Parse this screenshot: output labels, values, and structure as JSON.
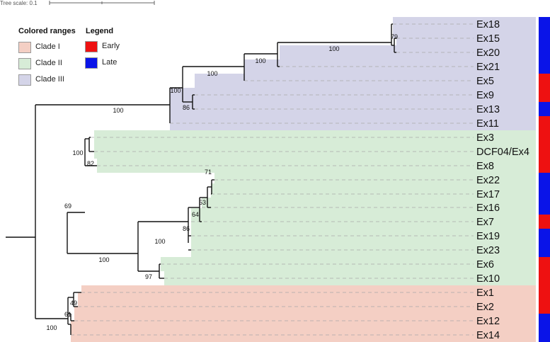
{
  "tree_scale": {
    "label": "Tree scale: 0.1"
  },
  "colored_ranges_legend": {
    "title": "Colored ranges",
    "items": [
      {
        "label": "Clade I",
        "color": "#f4cfc4"
      },
      {
        "label": "Clade II",
        "color": "#d7ecd7"
      },
      {
        "label": "Clade III",
        "color": "#d4d4e8"
      }
    ]
  },
  "period_legend": {
    "title": "Legend",
    "items": [
      {
        "label": "Early",
        "color": "#ee1111"
      },
      {
        "label": "Late",
        "color": "#0a14e8"
      }
    ]
  },
  "leaves": [
    {
      "label": "Ex18",
      "clade": "Clade III",
      "period": "Late"
    },
    {
      "label": "Ex15",
      "clade": "Clade III",
      "period": "Late"
    },
    {
      "label": "Ex20",
      "clade": "Clade III",
      "period": "Late"
    },
    {
      "label": "Ex21",
      "clade": "Clade III",
      "period": "Late"
    },
    {
      "label": "Ex5",
      "clade": "Clade III",
      "period": "Early"
    },
    {
      "label": "Ex9",
      "clade": "Clade III",
      "period": "Early"
    },
    {
      "label": "Ex13",
      "clade": "Clade III",
      "period": "Late"
    },
    {
      "label": "Ex11",
      "clade": "Clade III",
      "period": "Early"
    },
    {
      "label": "Ex3",
      "clade": "Clade II",
      "period": "Early"
    },
    {
      "label": "DCF04/Ex4",
      "clade": "Clade II",
      "period": "Early"
    },
    {
      "label": "Ex8",
      "clade": "Clade II",
      "period": "Early"
    },
    {
      "label": "Ex22",
      "clade": "Clade II",
      "period": "Late"
    },
    {
      "label": "Ex17",
      "clade": "Clade II",
      "period": "Late"
    },
    {
      "label": "Ex16",
      "clade": "Clade II",
      "period": "Late"
    },
    {
      "label": "Ex7",
      "clade": "Clade II",
      "period": "Early"
    },
    {
      "label": "Ex19",
      "clade": "Clade II",
      "period": "Late"
    },
    {
      "label": "Ex23",
      "clade": "Clade II",
      "period": "Late"
    },
    {
      "label": "Ex6",
      "clade": "Clade II",
      "period": "Early"
    },
    {
      "label": "Ex10",
      "clade": "Clade II",
      "period": "Early"
    },
    {
      "label": "Ex1",
      "clade": "Clade I",
      "period": "Early"
    },
    {
      "label": "Ex2",
      "clade": "Clade I",
      "period": "Early"
    },
    {
      "label": "Ex12",
      "clade": "Clade I",
      "period": "Late"
    },
    {
      "label": "Ex14",
      "clade": "Clade I",
      "period": "Late"
    }
  ],
  "bootstrap_values": [
    "79",
    "100",
    "100",
    "100",
    "100",
    "86",
    "100",
    "100",
    "82",
    "69",
    "71",
    "53",
    "64",
    "86",
    "100",
    "100",
    "97",
    "49",
    "61",
    "100"
  ]
}
